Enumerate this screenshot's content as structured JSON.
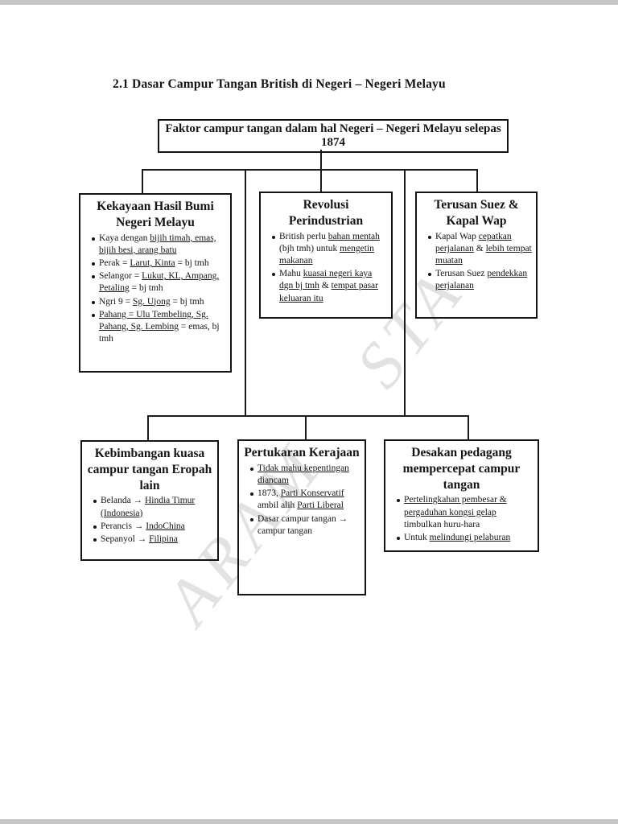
{
  "page": {
    "title": "2.1 Dasar Campur Tangan British di Negeri – Negeri Melayu",
    "root_box": "Faktor campur tangan dalam hal Negeri – Negeri Melayu selepas 1874"
  },
  "watermark": {
    "fragments": [
      "STA",
      "ARAM"
    ]
  },
  "boxes": [
    {
      "id": "kekayaan-hasil-bumi",
      "title": "Kekayaan Hasil Bumi Negeri Melayu",
      "bullets": [
        [
          {
            "t": "Kaya dengan ",
            "u": false
          },
          {
            "t": "bijih timah, emas, bijih besi, arang batu",
            "u": true
          }
        ],
        [
          {
            "t": "Perak = ",
            "u": false
          },
          {
            "t": "Larut, Kinta",
            "u": true
          },
          {
            "t": " = bj tmh",
            "u": false
          }
        ],
        [
          {
            "t": "Selangor = ",
            "u": false
          },
          {
            "t": "Lukut, KL, Ampang, Petaling",
            "u": true
          },
          {
            "t": " = bj tmh",
            "u": false
          }
        ],
        [
          {
            "t": "Ngri 9 = ",
            "u": false
          },
          {
            "t": "Sg. Ujong",
            "u": true
          },
          {
            "t": " = bj tmh",
            "u": false
          }
        ],
        [
          {
            "t": "Pahang = Ulu Tembeling, Sg. Pahang, Sg. Lembing",
            "u": true
          },
          {
            "t": " = emas, bj tmh",
            "u": false
          }
        ]
      ]
    },
    {
      "id": "revolusi-perindustrian",
      "title": "Revolusi Perindustrian",
      "bullets": [
        [
          {
            "t": "British perlu ",
            "u": false
          },
          {
            "t": "bahan mentah",
            "u": true
          },
          {
            "t": " (bjh tmh) untuk ",
            "u": false
          },
          {
            "t": "mengetin makanan",
            "u": true
          }
        ],
        [
          {
            "t": "Mahu ",
            "u": false
          },
          {
            "t": "kuasai negeri kaya dgn bj tmh",
            "u": true
          },
          {
            "t": " & ",
            "u": false
          },
          {
            "t": "tempat pasar keluaran itu",
            "u": true
          }
        ]
      ]
    },
    {
      "id": "terusan-suez-kapal-wap",
      "title": "Terusan Suez & Kapal Wap",
      "bullets": [
        [
          {
            "t": "Kapal Wap ",
            "u": false
          },
          {
            "t": "cepatkan perjalanan",
            "u": true
          },
          {
            "t": " & ",
            "u": false
          },
          {
            "t": "lebih tempat muatan",
            "u": true
          }
        ],
        [
          {
            "t": "Terusan Suez ",
            "u": false
          },
          {
            "t": "pendekkan perjalanan",
            "u": true
          }
        ]
      ]
    },
    {
      "id": "kebimbangan-kuasa-eropah",
      "title": "Kebimbangan kuasa campur tangan Eropah lain",
      "bullets": [
        [
          {
            "t": "Belanda → ",
            "u": false
          },
          {
            "t": "Hindia Timur (Indonesia)",
            "u": true
          }
        ],
        [
          {
            "t": "Perancis → ",
            "u": false
          },
          {
            "t": "IndoChina",
            "u": true
          }
        ],
        [
          {
            "t": "Sepanyol → ",
            "u": false
          },
          {
            "t": "Filipina",
            "u": true
          }
        ]
      ]
    },
    {
      "id": "pertukaran-kerajaan",
      "title": "Pertukaran Kerajaan",
      "bullets": [
        [
          {
            "t": "Tidak mahu kepentingan diancam",
            "u": true
          }
        ],
        [
          {
            "t": "1873, ",
            "u": false
          },
          {
            "t": "Parti Konservatif",
            "u": true
          },
          {
            "t": " ambil alih ",
            "u": false
          },
          {
            "t": "Parti Liberal",
            "u": true
          }
        ],
        [
          {
            "t": "Dasar campur tangan → campur tangan",
            "u": false
          }
        ]
      ]
    },
    {
      "id": "desakan-pedagang",
      "title": "Desakan pedagang mempercepat campur tangan",
      "bullets": [
        [
          {
            "t": "Pertelingkahan pembesar & pergaduhan kongsi gelap",
            "u": true
          },
          {
            "t": " timbulkan huru-hara",
            "u": false
          }
        ],
        [
          {
            "t": "Untuk ",
            "u": false
          },
          {
            "t": "melindungi pelaburan",
            "u": true
          }
        ]
      ]
    }
  ]
}
